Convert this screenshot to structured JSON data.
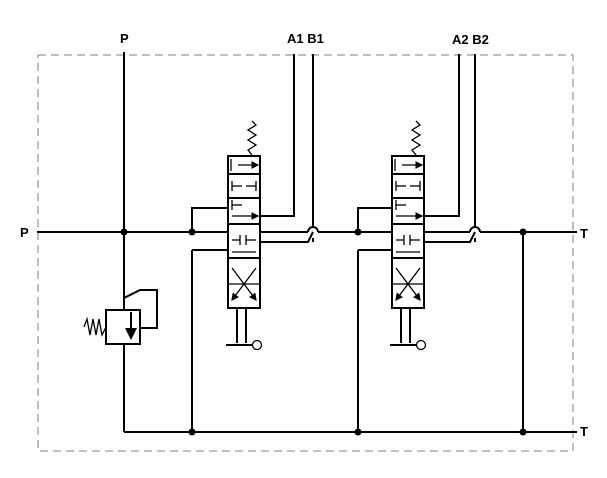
{
  "diagram": {
    "labels": {
      "p_top": "P",
      "a1b1": "A1 B1",
      "a2b2": "A2 B2",
      "p_left": "P",
      "t_right_upper": "T",
      "t_right_lower": "T"
    }
  }
}
